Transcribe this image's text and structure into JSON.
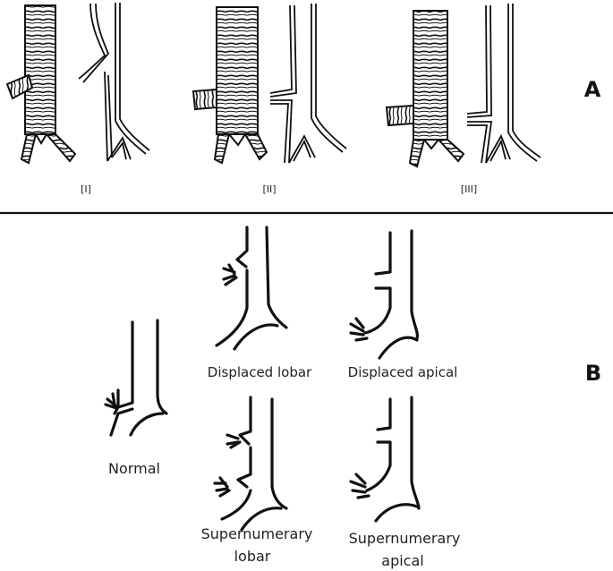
{
  "panels": {
    "a": {
      "letter": "A",
      "items": [
        {
          "roman": "[I]"
        },
        {
          "roman": "[II]"
        },
        {
          "roman": "[III]"
        }
      ]
    },
    "b": {
      "letter": "B",
      "items": [
        {
          "label": "Normal"
        },
        {
          "label": "Displaced lobar"
        },
        {
          "label": "Displaced apical"
        },
        {
          "label": "Supernumerary lobar"
        },
        {
          "label": "Supernumerary apical"
        }
      ],
      "label_lines": {
        "supernumerary_lobar": [
          "Supernumerary",
          "lobar"
        ],
        "supernumerary_apical": [
          "Supernumerary",
          "apical"
        ]
      }
    }
  }
}
